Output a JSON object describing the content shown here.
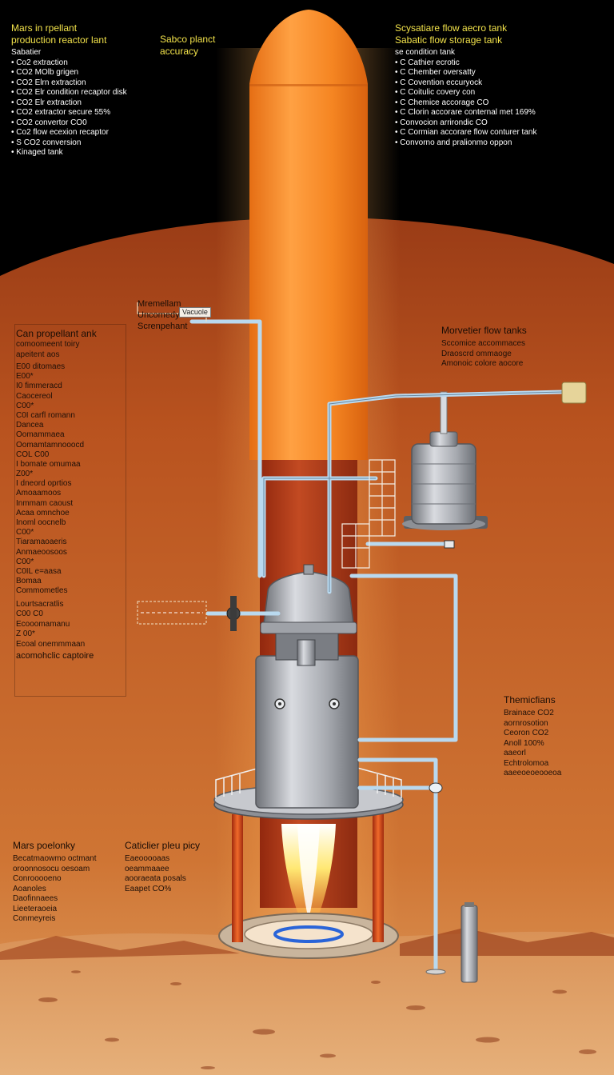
{
  "colors": {
    "sky": "#000000",
    "mars_top": "#b8501e",
    "mars_bottom": "#d98a45",
    "rocket_orange": "#f7932e",
    "rocket_red": "#b13a1b",
    "steel": "#a8aab0",
    "pipe": "#b8d8ee",
    "flame": "#ffd54a"
  },
  "header_left": {
    "title_line1": "Mars in rpellant",
    "title_line2": "production reactor lant",
    "subtitle": "Sabatier",
    "items": [
      "Co2 extraction",
      "CO2 MOlb grigen",
      "CO2 Elrn extraction",
      "CO2 Elr condition recaptor disk",
      "CO2 Elr extraction",
      "CO2 extractor secure 55%",
      "CO2 convertor CO0",
      "Co2 flow ecexion recaptor",
      "S CO2 conversion",
      "Kinaged tank"
    ]
  },
  "header_mid": {
    "line1": "Sabco planct",
    "line2": "accuracy"
  },
  "header_right": {
    "title_line1": "Scysatiare flow aecro tank",
    "title_line2": "Sabatic flow storage tank",
    "subtitle": "se condition tank",
    "items": [
      "C Cathier ecrotic",
      "C Chember oversatty",
      "C Covention eccuryock",
      "C Coitulic covery con",
      "C Chemice accorage CO",
      "C Clorin accorare conternal met 169%",
      "Convocion arrirondic CO",
      "C Cormian accorare flow conturer tank",
      "Convorno and pralionmo oppon"
    ]
  },
  "methanol_label": {
    "line1": "Mremellam",
    "line2": "Uncomedy",
    "tag": "Vacuole",
    "line3": "Screnpehant"
  },
  "left_panel": {
    "title": "Can propellant ank",
    "sub1": "comoomeent toiry",
    "sub2": "apeitent aos",
    "items": [
      "E00 ditomaes",
      "E00*",
      "I0 fimmeracd",
      "Caocereol",
      "C00*",
      "C0I carfl romann",
      "Dancea",
      "Oomammaea",
      "Oomamtamnooocd",
      "COL C00",
      "I bomate omumaa",
      "Z00*",
      "I dneord oprtios",
      "Amoaamoos",
      "Inmmam caoust",
      "Acaa omnchoe",
      "Inoml oocnelb",
      "C00*",
      "Tiaramaoaeris",
      "Anmaeoosoos",
      "C00*",
      "C0IL e=aasa",
      "Bomaa",
      "Commometles"
    ],
    "foot1": "Lourtsacratlis",
    "foot2": "C00 C0",
    "foot3": "Ecooomamanu",
    "foot4": "Z 00*",
    "foot5": "Ecoal onemmmaan",
    "caption": "acomohclic captoire"
  },
  "right_top_panel": {
    "title": "Morvetier flow tanks",
    "items": [
      "Sccomice accommaces",
      "Draoscrd ommaoge"
    ],
    "line": "Amonoic colore aocore"
  },
  "right_mid_panel": {
    "title": "Themicfians",
    "items": [
      "Brainace CO2",
      "aornrosotion",
      "Ceoron CO2",
      "Anoll 100%",
      "aaeorl",
      "Echtrolomoa",
      "aaeeoeoeooeoa"
    ]
  },
  "bottom_left_panel": {
    "title": "Mars poelonky",
    "items": [
      "Becatmaowmo octmant",
      "oroonnosocu oesoam",
      "Conrooooeno"
    ],
    "bullets": [
      "Aoanoles",
      "Daofinnaees",
      "Lieeteraoeia",
      "Conmeyreis"
    ]
  },
  "bottom_mid_panel": {
    "title": "Caticlier pleu picy",
    "items": [
      "Eaeooooaas",
      "oeammaaee",
      "aooraeata posals",
      "Eaapet CO%"
    ]
  }
}
